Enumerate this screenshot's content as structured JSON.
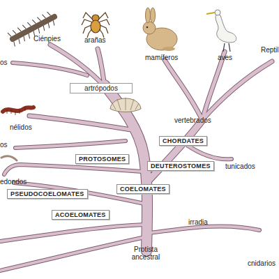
{
  "diagram": {
    "nodes": [
      {
        "text": [
          "artrópodos"
        ]
      },
      {
        "text": [
          "CHORDATES"
        ]
      },
      {
        "text": [
          "PROTOSOMES"
        ]
      },
      {
        "text": [
          "DEUTEROSTOMES"
        ]
      },
      {
        "text": [
          "COELOMATES"
        ]
      },
      {
        "text": [
          "PSEUDOCOELOMATES"
        ]
      },
      {
        "text": [
          "ACOELOMATES"
        ]
      }
    ],
    "labels": [
      "Ciénpies",
      "arañas",
      "mamíferos",
      "aves",
      "Reptil",
      "os",
      "nélidos",
      "os",
      "edondos",
      "vertebrados",
      "tunicados",
      "irradia",
      "Protista ancestral",
      "cnidarios"
    ]
  }
}
